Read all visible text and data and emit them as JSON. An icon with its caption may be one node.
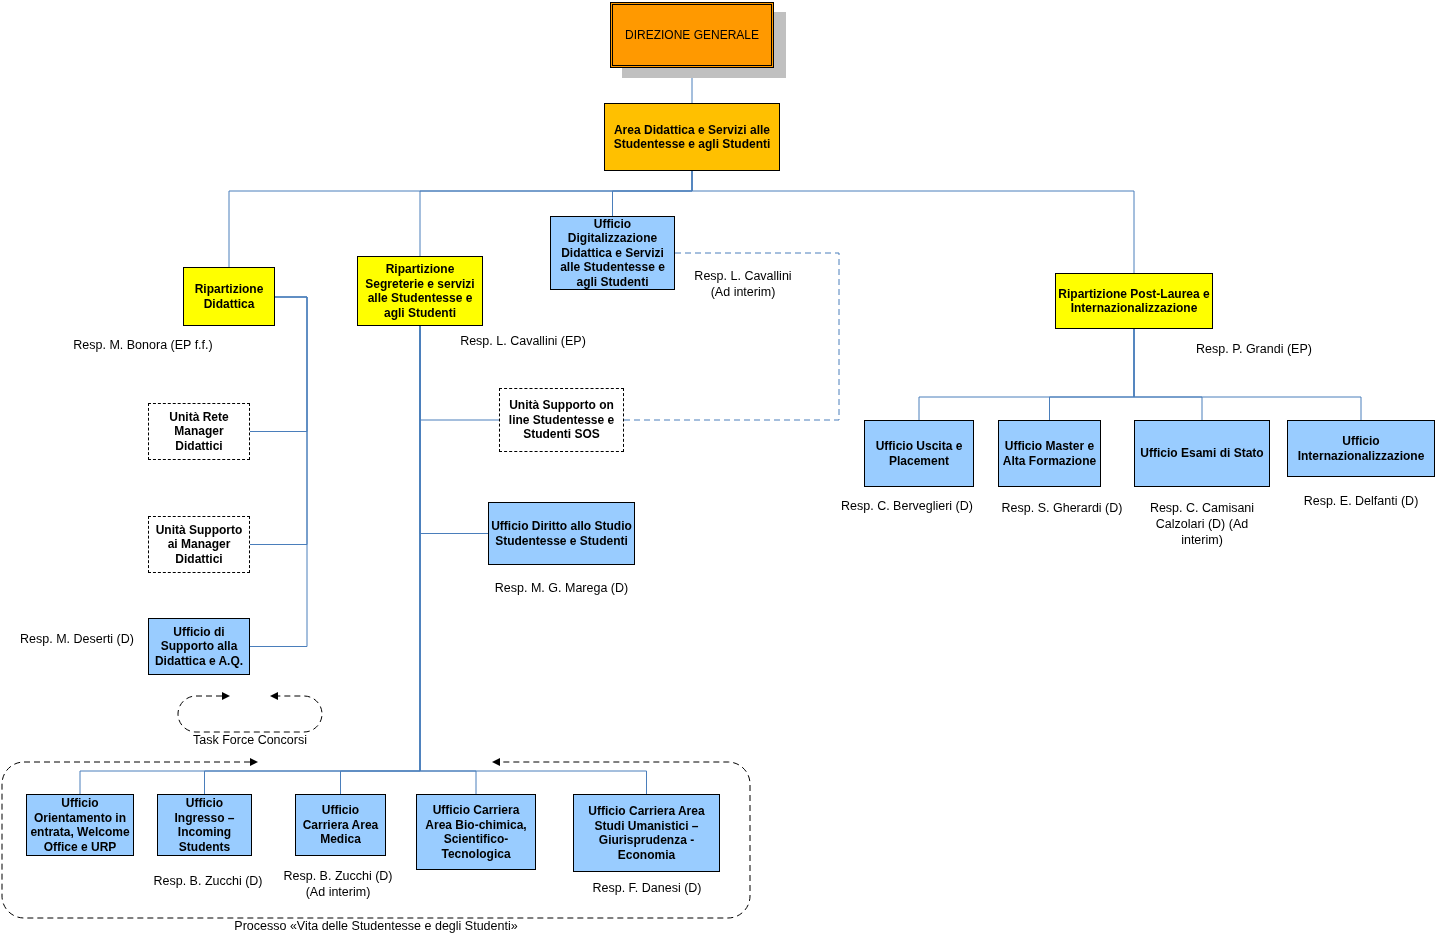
{
  "diagram": {
    "nodes": [
      {
        "text": [
          "DIREZIONE GENERALE"
        ]
      },
      {
        "text": [
          "Area Didattica e Servizi alle Studentesse e agli Studenti"
        ]
      },
      {
        "text": [
          "Ripartizione Didattica"
        ],
        "beside": [
          "Resp. M. Bonora (EP f.f.)"
        ]
      },
      {
        "text": [
          "Ripartizione Segreterie e servizi alle Studentesse e agli Studenti"
        ],
        "beside": [
          "Resp. L. Cavallini (EP)"
        ]
      },
      {
        "text": [
          "Ufficio Digitalizzazione Didattica e Servizi alle Studentesse e agli Studenti"
        ],
        "beside": [
          "Resp. L. Cavallini (Ad interim)"
        ]
      },
      {
        "text": [
          "Ripartizione Post-Laurea e Internazionalizzazione"
        ],
        "beside": [
          "Resp. P. Grandi (EP)"
        ]
      },
      {
        "text": [
          "Unità Rete Manager Didattici"
        ]
      },
      {
        "text": [
          "Unità Supporto ai Manager Didattici"
        ]
      },
      {
        "text": [
          "Ufficio di Supporto alla Didattica e A.Q."
        ],
        "beside": [
          "Resp. M. Deserti (D)"
        ]
      },
      {
        "text": [
          "Unità Supporto on line Studentesse e Studenti SOS"
        ]
      },
      {
        "text": [
          "Ufficio Diritto allo Studio Studentesse e Studenti"
        ],
        "beside": [
          "Resp. M. G. Marega (D)"
        ]
      },
      {
        "text": [
          "Ufficio Uscita e Placement"
        ],
        "beside": [
          "Resp. C. Berveglieri (D)"
        ]
      },
      {
        "text": [
          "Ufficio Master e Alta Formazione"
        ],
        "beside": [
          "Resp. S. Gherardi (D)"
        ]
      },
      {
        "text": [
          "Ufficio Esami di Stato"
        ],
        "beside": [
          "Resp. C. Camisani Calzolari (D) (Ad interim)"
        ]
      },
      {
        "text": [
          "Ufficio Internazionalizzazione"
        ],
        "beside": [
          "Resp. E. Delfanti (D)"
        ]
      },
      {
        "text": [
          "Task Force Concorsi"
        ]
      },
      {
        "text": [
          "Processo «Vita delle Studentesse e degli Studenti»"
        ]
      },
      {
        "text": [
          "Ufficio Orientamento in entrata, Welcome Office e URP"
        ],
        "in": 16
      },
      {
        "text": [
          "Ufficio Ingresso – Incoming Students"
        ],
        "in": 16,
        "beside": [
          "Resp. B. Zucchi (D)"
        ]
      },
      {
        "text": [
          "Ufficio Carriera Area Medica"
        ],
        "in": 16,
        "beside": [
          "Resp. B. Zucchi (D) (Ad interim)"
        ]
      },
      {
        "text": [
          "Ufficio Carriera Area Bio-chimica, Scientifico-Tecnologica"
        ],
        "in": 16
      },
      {
        "text": [
          "Ufficio Carriera Area Studi Umanistici – Giurisprudenza - Economia"
        ],
        "in": 16,
        "beside": [
          "Resp. F. Danesi (D)"
        ]
      }
    ],
    "edges": [
      {
        "from": 0,
        "to": 1,
        "arrow": "none"
      },
      {
        "from": 1,
        "to": 2,
        "arrow": "none"
      },
      {
        "from": 1,
        "to": 3,
        "arrow": "none"
      },
      {
        "from": 1,
        "to": 4,
        "arrow": "none"
      },
      {
        "from": 1,
        "to": 5,
        "arrow": "none"
      },
      {
        "from": 2,
        "to": 6,
        "arrow": "none"
      },
      {
        "from": 2,
        "to": 7,
        "arrow": "none"
      },
      {
        "from": 2,
        "to": 8,
        "arrow": "none"
      },
      {
        "from": 3,
        "to": 9,
        "arrow": "none"
      },
      {
        "from": 3,
        "to": 10,
        "arrow": "none"
      },
      {
        "from": 3,
        "to": 17,
        "arrow": "none"
      },
      {
        "from": 3,
        "to": 18,
        "arrow": "none"
      },
      {
        "from": 3,
        "to": 19,
        "arrow": "none"
      },
      {
        "from": 3,
        "to": 20,
        "arrow": "none"
      },
      {
        "from": 3,
        "to": 21,
        "arrow": "none"
      },
      {
        "from": 4,
        "to": 9,
        "arrow": "none",
        "style": "dashed"
      },
      {
        "from": 5,
        "to": 11,
        "arrow": "none"
      },
      {
        "from": 5,
        "to": 12,
        "arrow": "none"
      },
      {
        "from": 5,
        "to": 13,
        "arrow": "none"
      },
      {
        "from": 5,
        "to": 14,
        "arrow": "none"
      }
    ]
  }
}
